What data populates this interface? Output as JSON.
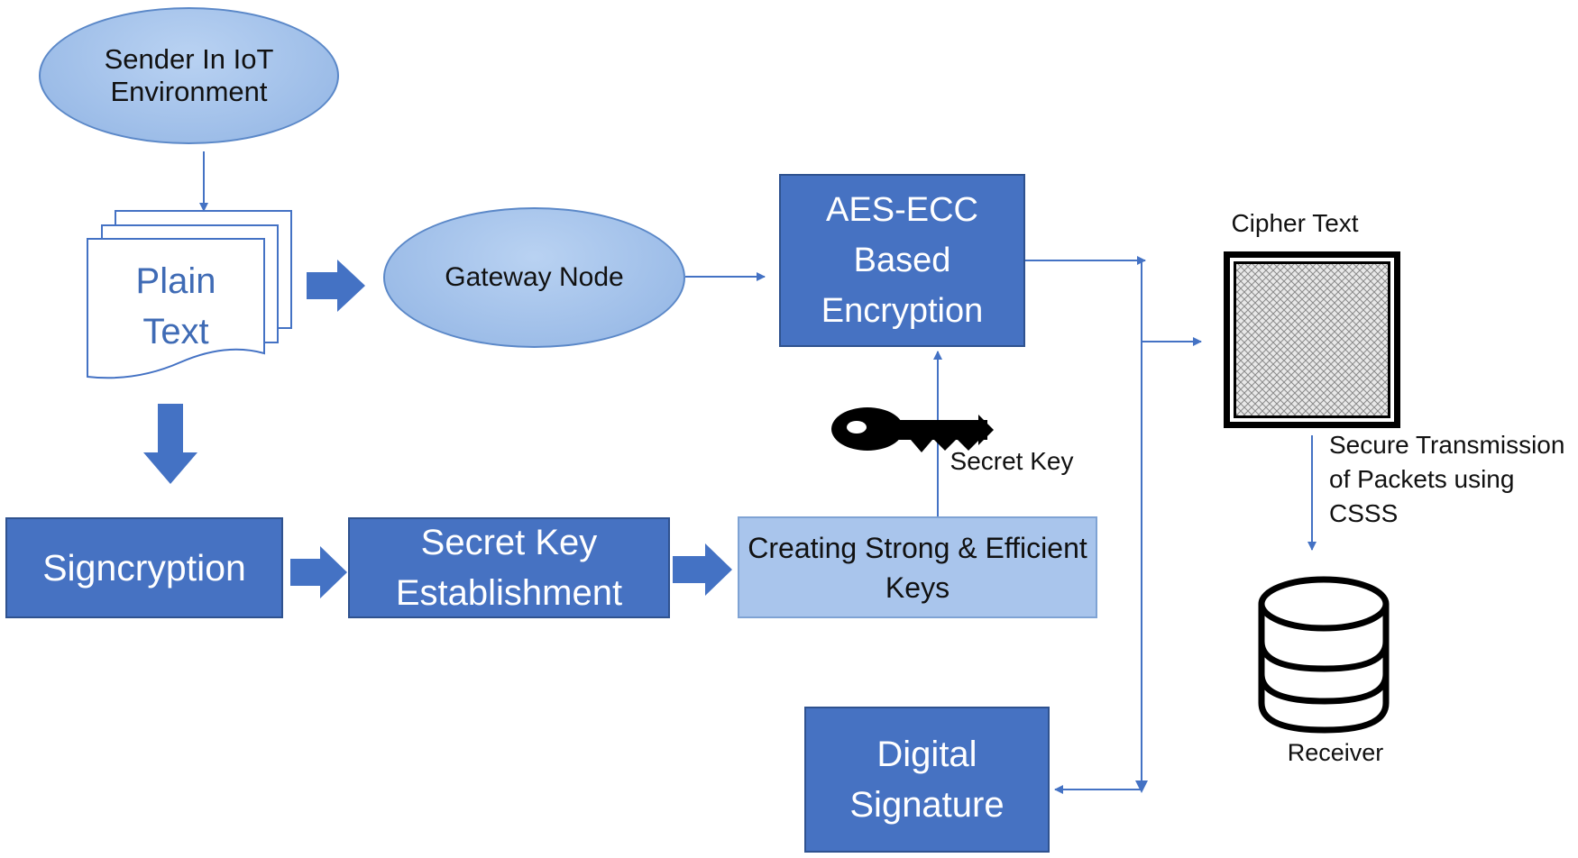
{
  "nodes": {
    "sender": "Sender In IoT\nEnvironment",
    "plain_text": "Plain\nText",
    "gateway": "Gateway Node",
    "aes_ecc": "AES-ECC\nBased\nEncryption",
    "cipher_text": "Cipher Text",
    "signcryption": "Signcryption",
    "secret_key_establishment": "Secret Key\nEstablishment",
    "creating_keys": "Creating Strong & Efficient\nKeys",
    "secret_key": "Secret Key",
    "secure_transmission": "Secure Transmission\nof Packets using CSSS",
    "receiver": "Receiver",
    "digital_signature": "Digital\nSignature"
  },
  "icons": {
    "document_stack": "document-stack-icon",
    "key": "key-icon",
    "cipher": "cipher-texture-icon",
    "database": "database-icon"
  },
  "colors": {
    "dark_blue": "#4672c2",
    "light_blue": "#a9c5ec",
    "ellipse_blue": "#9dbde8",
    "arrow_blue": "#4472c4",
    "plain_text_blue": "#3f6bb5"
  }
}
